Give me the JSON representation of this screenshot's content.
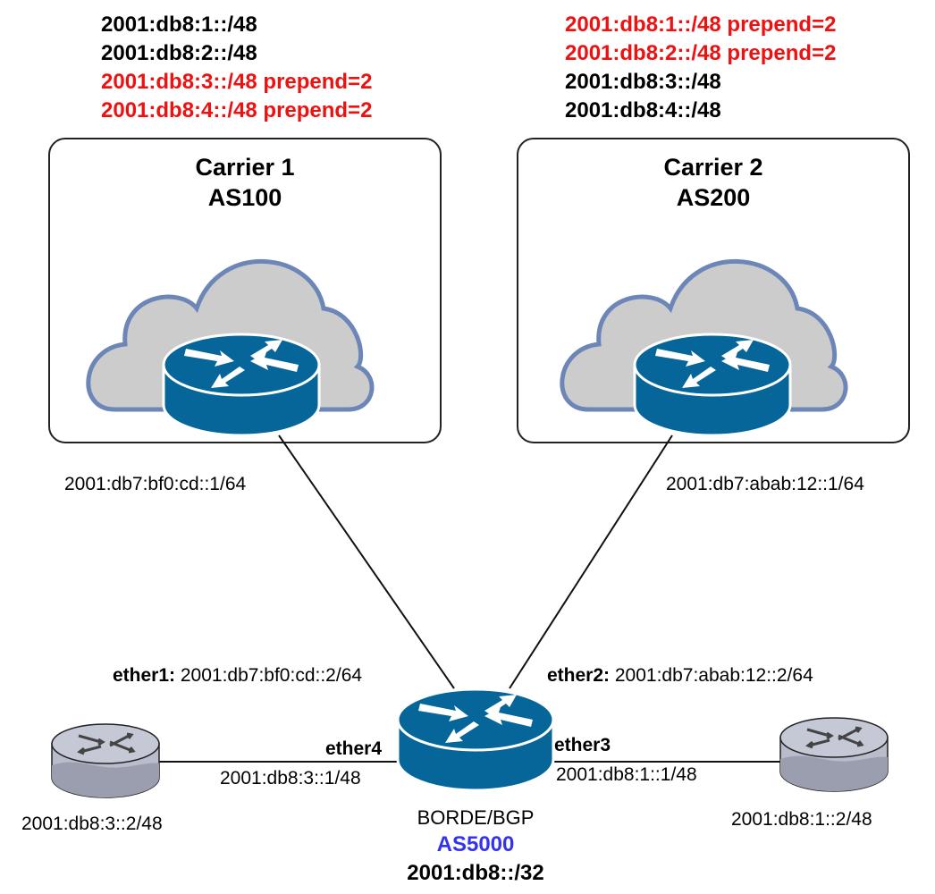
{
  "carrier1": {
    "prefixes": [
      {
        "text": "2001:db8:1::/48",
        "highlight": false
      },
      {
        "text": "2001:db8:2::/48",
        "highlight": false
      },
      {
        "text": "2001:db8:3::/48 prepend=2",
        "highlight": true
      },
      {
        "text": "2001:db8:4::/48 prepend=2",
        "highlight": true
      }
    ],
    "name": "Carrier 1",
    "asn": "AS100",
    "link_address": "2001:db7:bf0:cd::1/64"
  },
  "carrier2": {
    "prefixes": [
      {
        "text": "2001:db8:1::/48 prepend=2",
        "highlight": true
      },
      {
        "text": "2001:db8:2::/48 prepend=2",
        "highlight": true
      },
      {
        "text": "2001:db8:3::/48",
        "highlight": false
      },
      {
        "text": "2001:db8:4::/48",
        "highlight": false
      }
    ],
    "name": "Carrier 2",
    "asn": "AS200",
    "link_address": "2001:db7:abab:12::1/64"
  },
  "border": {
    "name": "BORDE/BGP",
    "asn": "AS5000",
    "prefix": "2001:db8::/32",
    "interfaces": {
      "ether1": {
        "name": "ether1:",
        "address": "2001:db7:bf0:cd::2/64"
      },
      "ether2": {
        "name": "ether2:",
        "address": "2001:db7:abab:12::2/64"
      },
      "ether3": {
        "name": "ether3",
        "address": "2001:db8:1::1/48"
      },
      "ether4": {
        "name": "ether4",
        "address": "2001:db8:3::1/48"
      }
    }
  },
  "left_router": {
    "address": "2001:db8:3::2/48"
  },
  "right_router": {
    "address": "2001:db8:1::2/48"
  },
  "colors": {
    "prepend_highlight": "#ee1111",
    "asn_highlight": "#3333ee",
    "router_blue": "#066699",
    "cloud_fill": "#cccccc",
    "cloud_stroke": "#6d86b8",
    "small_router": "#b8bccb"
  }
}
